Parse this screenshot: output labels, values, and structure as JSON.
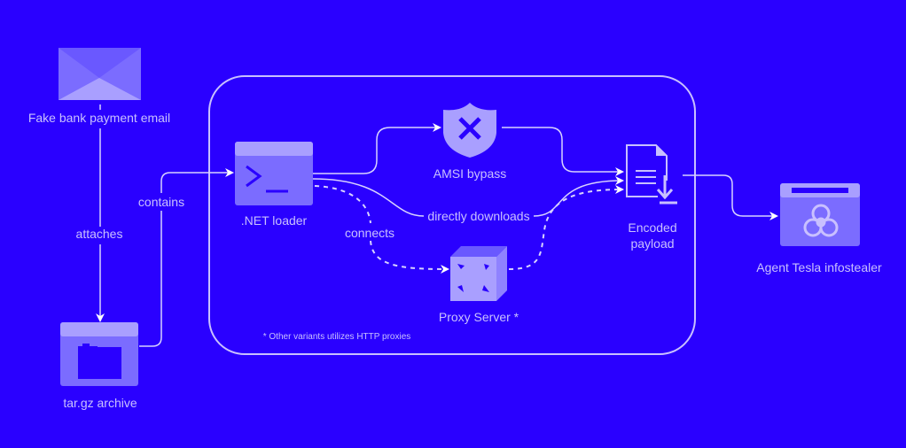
{
  "nodes": {
    "email": {
      "label": "Fake bank payment email",
      "icon": "envelope-icon"
    },
    "archive": {
      "label": "tar.gz archive",
      "icon": "folder-window-icon"
    },
    "loader": {
      "label": ".NET loader",
      "icon": "terminal-icon"
    },
    "amsi": {
      "label": "AMSI bypass",
      "icon": "shield-x-icon"
    },
    "proxy": {
      "label": "Proxy Server *",
      "icon": "cube-icon"
    },
    "payload": {
      "label_line1": "Encoded",
      "label_line2": "payload",
      "icon": "document-download-icon"
    },
    "tesla": {
      "label": "Agent Tesla infostealer",
      "icon": "biohazard-window-icon"
    }
  },
  "edges": {
    "attaches": "attaches",
    "contains": "contains",
    "connects": "connects",
    "directly_downloads": "directly downloads"
  },
  "footnote": "* Other variants utilizes HTTP proxies",
  "colors": {
    "background": "#2a00ff",
    "icon_fill": "#7b6cff",
    "icon_light": "#a99fff",
    "line": "#d8d2ff",
    "text": "#c9c0ff"
  }
}
